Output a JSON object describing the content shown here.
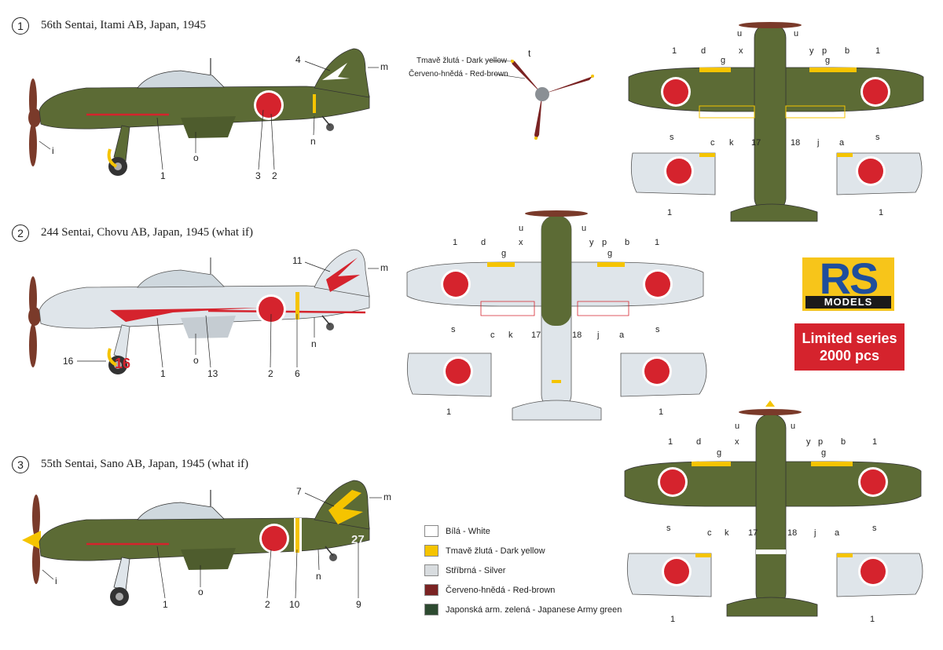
{
  "profiles": [
    {
      "number": "1",
      "caption": "56th Sentai, Itami AB, Japan, 1945"
    },
    {
      "number": "2",
      "caption": "244 Sentai, Chovu AB, Japan, 1945 (what if)"
    },
    {
      "number": "3",
      "caption": "55th Sentai, Sano AB, Japan, 1945 (what if)"
    }
  ],
  "propeller_labels": {
    "tip": "Tmavě žlutá - Dark yellow",
    "blade": "Červeno-hnědá - Red-brown",
    "callout": "t"
  },
  "legend": [
    {
      "label": "Bílá - White",
      "color": "#ffffff"
    },
    {
      "label": "Tmavě žlutá - Dark yellow",
      "color": "#f5c400"
    },
    {
      "label": "Stříbrná - Silver",
      "color": "#d8dcdf"
    },
    {
      "label": "Červeno-hnědá - Red-brown",
      "color": "#7a2323"
    },
    {
      "label": "Japonská arm. zelená - Japanese Army green",
      "color": "#2d4a30"
    }
  ],
  "logo": {
    "brand": "RS",
    "sub": "MODELS"
  },
  "badge": {
    "line1": "Limited series",
    "line2": "2000 pcs"
  },
  "profile_callouts": {
    "p1": [
      "4",
      "m",
      "i",
      "o",
      "1",
      "3",
      "2",
      "n"
    ],
    "p2": [
      "11",
      "m",
      "16",
      "1",
      "o",
      "13",
      "2",
      "6",
      "n"
    ],
    "p2_code": "16",
    "p3": [
      "7",
      "m",
      "i",
      "1",
      "o",
      "2",
      "10",
      "9",
      "n"
    ],
    "p3_code": "27"
  },
  "plan_callouts": {
    "top": [
      "u",
      "u",
      "1",
      "d",
      "g",
      "x",
      "y",
      "p",
      "g",
      "b",
      "1",
      "s",
      "c",
      "k",
      "17",
      "18",
      "j",
      "a",
      "s",
      "1",
      "1"
    ],
    "bottom_labels": [
      "1",
      "d",
      "g",
      "x",
      "y",
      "p",
      "g",
      "b",
      "1",
      "s",
      "c",
      "k",
      "17",
      "18",
      "j",
      "a",
      "s",
      "u",
      "u",
      "1",
      "1"
    ]
  },
  "colors": {
    "army_green": "#5c6b35",
    "silver": "#dfe5ea",
    "hinomaru": "#d5232d",
    "yellow": "#f5c400",
    "red_brown": "#7a3a2a"
  }
}
